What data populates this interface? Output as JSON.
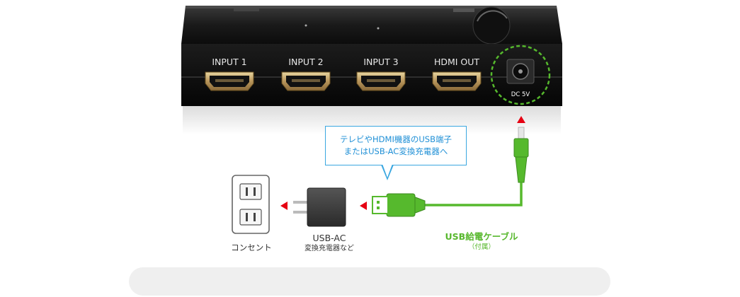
{
  "device": {
    "ports": [
      "INPUT 1",
      "INPUT 2",
      "INPUT 3",
      "HDMI OUT"
    ],
    "dc_label": "DC 5V"
  },
  "callout": {
    "line1": "テレビやHDMI機器のUSB端子",
    "line2": "またはUSB-AC変換充電器へ"
  },
  "outlet": {
    "label": "コンセント"
  },
  "adapter": {
    "label": "USB-AC",
    "sublabel": "変換充電器など"
  },
  "cable": {
    "label": "USB給電ケーブル",
    "sublabel": "（付属）"
  },
  "colors": {
    "cable_green": "#56b92d",
    "callout_blue": "#1e8fd6",
    "arrow_red": "#e60012",
    "device_body": "#1a1a1a",
    "hdmi_gold": "#c8a860"
  }
}
